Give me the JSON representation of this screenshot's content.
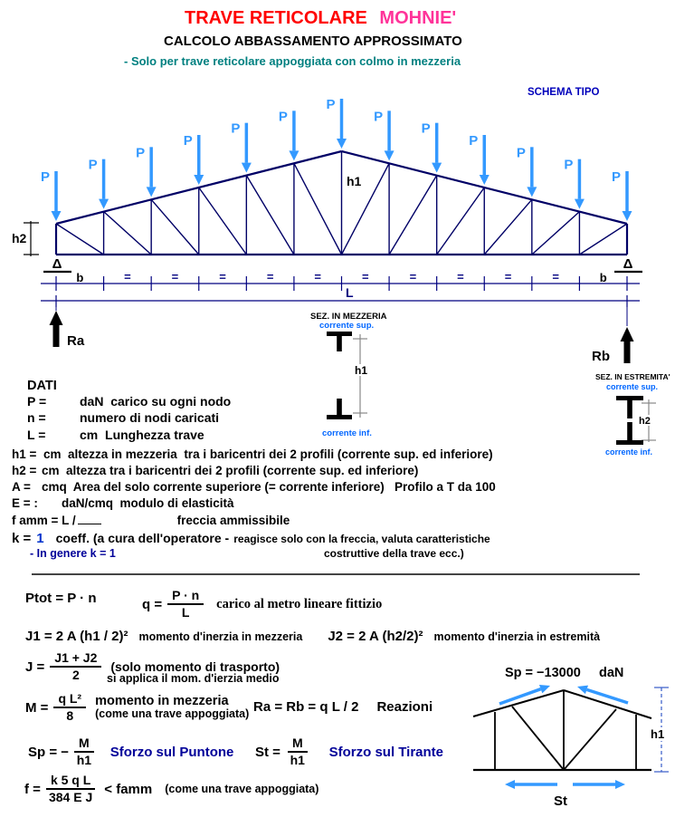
{
  "header": {
    "title": "TRAVE RETICOLARE",
    "title2": "MOHNIE'",
    "subtitle": "CALCOLO ABBASSAMENTO APPROSSIMATO",
    "note": "- Solo per trave reticolare appoggiata con colmo in mezzeria",
    "schema_label": "SCHEMA TIPO"
  },
  "colors": {
    "title_red": "#FF0000",
    "title_magenta": "#FF3399",
    "teal": "#008080",
    "schema_blue": "#0000BB",
    "truss_navy": "#000066",
    "dim_navy": "#000080",
    "arrow_blue": "#3399FF",
    "corrente_blue": "#0066FF",
    "label_navy": "#000099"
  },
  "truss": {
    "load_label": "P",
    "num_loads": 13,
    "num_panels": 12,
    "h1_label": "h1",
    "h2_label": "h2",
    "b_label": "b",
    "eq_label": "=",
    "length_label": "L",
    "support_symbol": "Δ",
    "reaction_left": "Ra",
    "reaction_right": "Rb"
  },
  "sections": {
    "mezzeria": {
      "title": "SEZ. IN MEZZERIA",
      "top": "corrente sup.",
      "dim": "h1",
      "bottom": "corrente inf."
    },
    "estremita": {
      "title": "SEZ. IN ESTREMITA'",
      "top": "corrente sup.",
      "dim": "h2",
      "bottom": "corrente inf."
    }
  },
  "dati": {
    "heading": "DATI",
    "rows": [
      {
        "label": "P =",
        "desc": "daN  carico su ogni nodo"
      },
      {
        "label": "n =",
        "desc": "numero di nodi caricati"
      },
      {
        "label": "L =",
        "desc": "cm  Lunghezza trave"
      },
      {
        "label": "h1 =",
        "desc": "cm  altezza in mezzeria  tra i baricentri dei 2 profili (corrente sup. ed inferiore)"
      },
      {
        "label": "h2 =",
        "desc": "cm  altezza tra i baricentri dei 2 profili (corrente sup. ed inferiore)"
      },
      {
        "label": "A =",
        "desc": "cmq  Area del solo corrente superiore (= corrente inferiore)   Profilo a T da 100"
      },
      {
        "label": "E = :",
        "desc": "daN/cmq  modulo di elasticità"
      },
      {
        "label": "f amm = L /",
        "desc": "freccia ammissibile"
      }
    ],
    "k_row": {
      "label": "k =",
      "value": "1",
      "desc_a": "coeff. (a cura dell'operatore -",
      "desc_b": "reagisce solo con la freccia, valuta caratteristiche",
      "desc_c": "costruttive della trave ecc.)",
      "note": "- In genere k = 1"
    }
  },
  "formulas": {
    "ptot": {
      "text": "Ptot = P · n"
    },
    "q": {
      "lhs": "q =",
      "num": "P · n",
      "den": "L",
      "desc": "carico al metro lineare fittizio"
    },
    "j1": {
      "text": "J1 = 2 A (h1 / 2)²",
      "desc": "momento d'inerzia in mezzeria"
    },
    "j2": {
      "text": "J2 = 2 A (h2/2)²",
      "desc": "momento d'inerzia in estremità"
    },
    "j": {
      "lhs": "J =",
      "num": "J1 + J2",
      "den": "2",
      "desc": "(solo momento di trasporto)",
      "note": "si applica il mom. d'ierzia medio"
    },
    "m": {
      "lhs": "M =",
      "num": "q L²",
      "den": "8",
      "desc": "momento in mezzeria",
      "note": "(come una trave appoggiata)"
    },
    "reazioni": {
      "text": "Ra = Rb = q L / 2",
      "desc": "Reazioni"
    },
    "sp": {
      "lhs": "Sp = −",
      "num": "M",
      "den": "h1",
      "desc": "Sforzo sul Puntone"
    },
    "st": {
      "lhs": "St =",
      "num": "M",
      "den": "h1",
      "desc": "Sforzo sul Tirante"
    },
    "f": {
      "lhs": "f =",
      "num": "k 5 q L",
      "den": "384 E J",
      "cmp": "< famm",
      "note": "(come una trave appoggiata)"
    }
  },
  "result_diagram": {
    "sp_value": "Sp = −13000",
    "unit": "daN",
    "st_label": "St",
    "h1_label": "h1"
  }
}
